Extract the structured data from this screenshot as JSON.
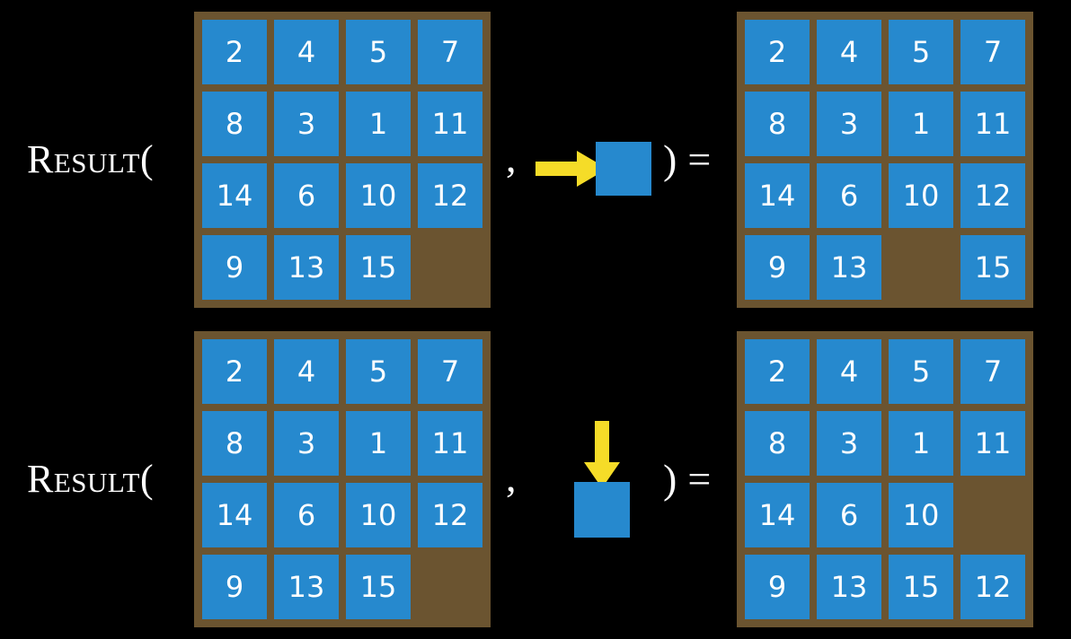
{
  "background_color": "#000000",
  "colors": {
    "tile": "#2689ce",
    "board": "#6b5430",
    "arrow": "#f5dc28",
    "text": "#ffffff"
  },
  "rows": [
    {
      "id": "row-1",
      "label": "Result(",
      "comma": ",",
      "close_paren": ")",
      "equals": "=",
      "move": {
        "direction": "right",
        "arrow_icon": "arrow-right-icon",
        "tile_label": ""
      },
      "input_board": {
        "name": "input-puzzle-board",
        "rows": 4,
        "cols": 4,
        "cells": [
          [
            "2",
            "4",
            "5",
            "7"
          ],
          [
            "8",
            "3",
            "1",
            "11"
          ],
          [
            "14",
            "6",
            "10",
            "12"
          ],
          [
            "9",
            "13",
            "15",
            ""
          ]
        ],
        "blank_cell": [
          3,
          3
        ]
      },
      "output_board": {
        "name": "output-puzzle-board",
        "rows": 4,
        "cols": 4,
        "cells": [
          [
            "2",
            "4",
            "5",
            "7"
          ],
          [
            "8",
            "3",
            "1",
            "11"
          ],
          [
            "14",
            "6",
            "10",
            "12"
          ],
          [
            "9",
            "13",
            "",
            "15"
          ]
        ],
        "blank_cell": [
          3,
          2
        ]
      }
    },
    {
      "id": "row-2",
      "label": "Result(",
      "comma": ",",
      "close_paren": ")",
      "equals": "=",
      "move": {
        "direction": "down",
        "arrow_icon": "arrow-down-icon",
        "tile_label": ""
      },
      "input_board": {
        "name": "input-puzzle-board",
        "rows": 4,
        "cols": 4,
        "cells": [
          [
            "2",
            "4",
            "5",
            "7"
          ],
          [
            "8",
            "3",
            "1",
            "11"
          ],
          [
            "14",
            "6",
            "10",
            "12"
          ],
          [
            "9",
            "13",
            "15",
            ""
          ]
        ],
        "blank_cell": [
          3,
          3
        ]
      },
      "output_board": {
        "name": "output-puzzle-board",
        "rows": 4,
        "cols": 4,
        "cells": [
          [
            "2",
            "4",
            "5",
            "7"
          ],
          [
            "8",
            "3",
            "1",
            "11"
          ],
          [
            "14",
            "6",
            "10",
            ""
          ],
          [
            "9",
            "13",
            "15",
            "12"
          ]
        ],
        "blank_cell": [
          2,
          3
        ]
      }
    }
  ]
}
